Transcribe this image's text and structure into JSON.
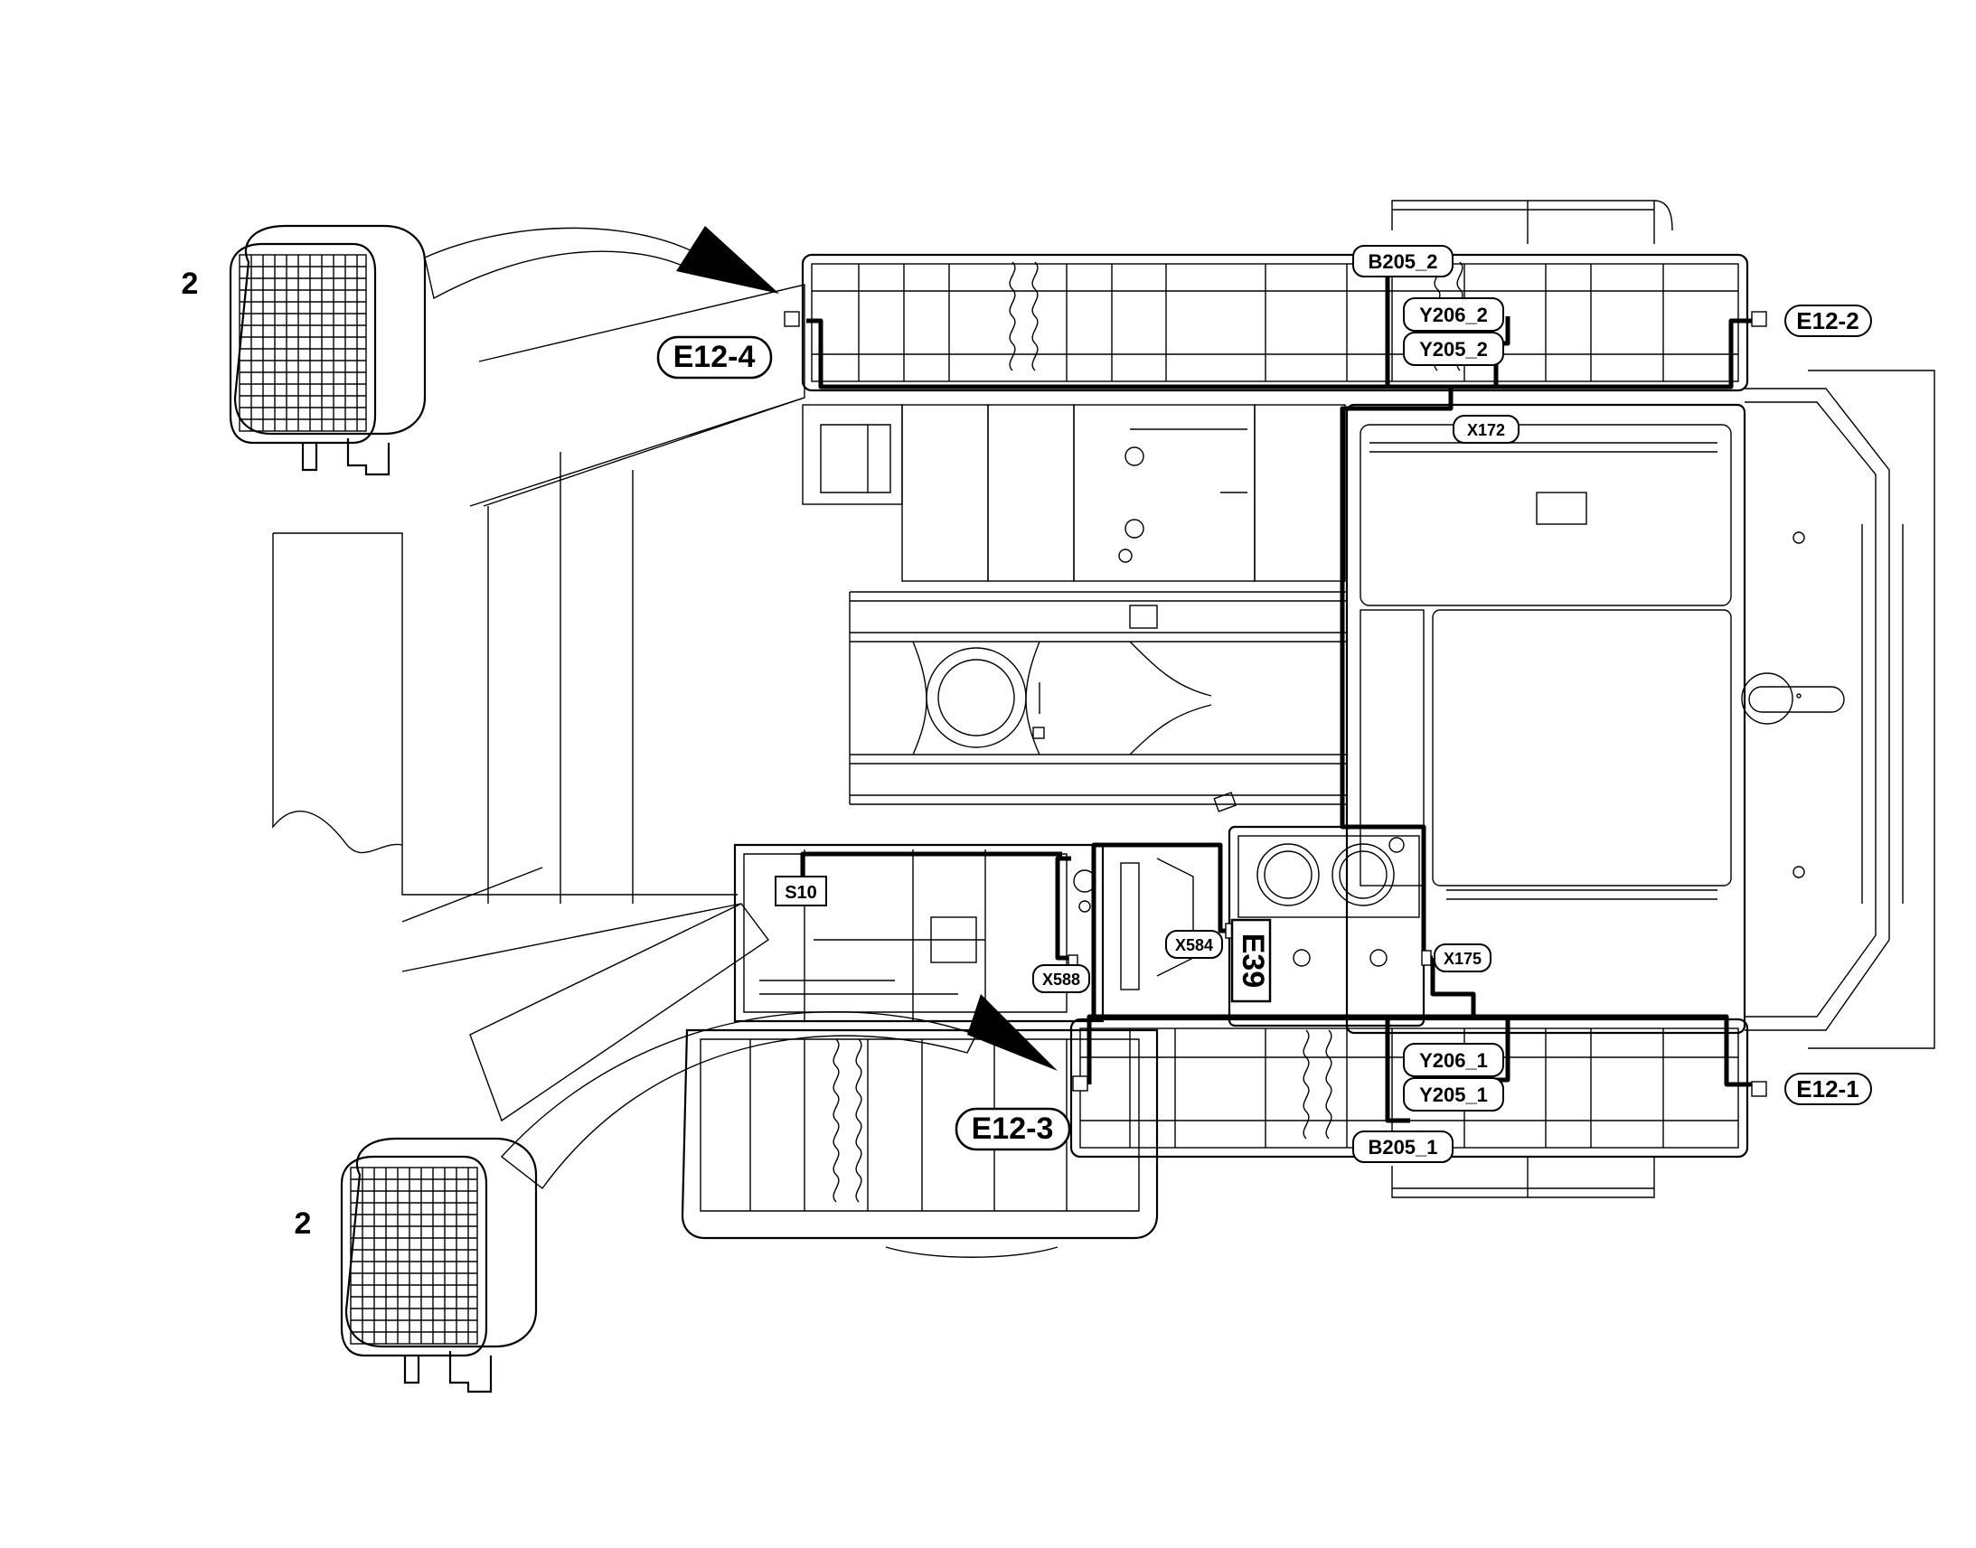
{
  "labels": {
    "e12_4": "E12-4",
    "e12_2": "E12-2",
    "e12_3": "E12-3",
    "e12_1": "E12-1",
    "b205_2": "B205_2",
    "y206_2": "Y206_2",
    "y205_2": "Y205_2",
    "x172": "X172",
    "s10": "S10",
    "x584": "X584",
    "e39": "E39",
    "x588": "X588",
    "x175": "X175",
    "y206_1": "Y206_1",
    "y205_1": "Y205_1",
    "b205_1": "B205_1",
    "item_top": "2",
    "item_bottom": "2"
  },
  "icons": [
    "work-light-icon",
    "work-light-icon",
    "pointer-arrow-icon",
    "pointer-arrow-icon"
  ]
}
